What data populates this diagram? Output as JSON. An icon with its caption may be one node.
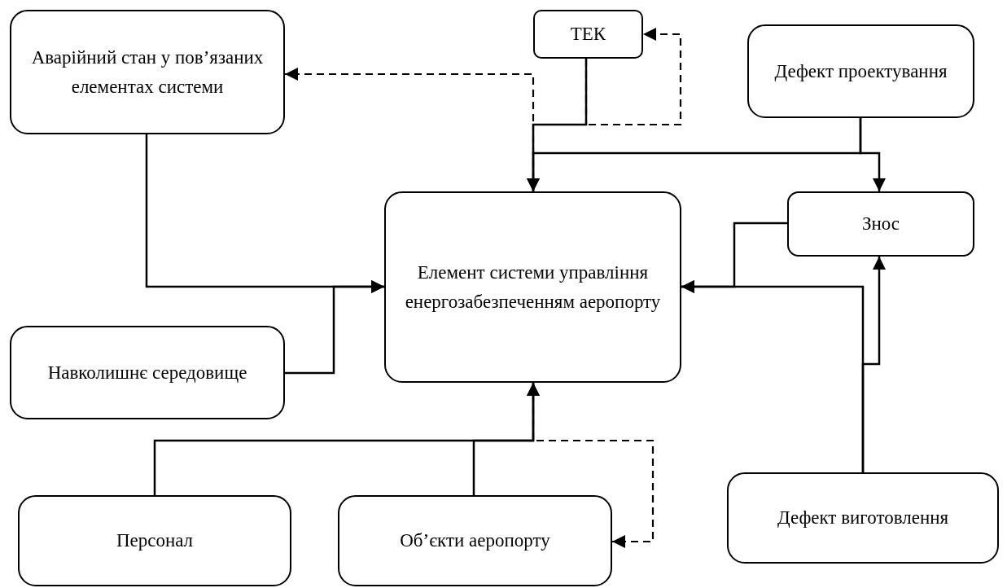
{
  "diagram": {
    "nodes": [
      {
        "text": [
          "Аварійний стан у пов’язаних елементах системи"
        ]
      },
      {
        "text": [
          "ТЕК"
        ]
      },
      {
        "text": [
          "Дефект проектування"
        ]
      },
      {
        "text": [
          "Елемент системи управління енергозабезпеченням аеропорту"
        ]
      },
      {
        "text": [
          "Знос"
        ]
      },
      {
        "text": [
          "Навколишнє середовище"
        ]
      },
      {
        "text": [
          "Персонал"
        ]
      },
      {
        "text": [
          "Об’єкти аеропорту"
        ]
      },
      {
        "text": [
          "Дефект виготовлення"
        ]
      }
    ],
    "edges": [
      {
        "from": 0,
        "to": 3,
        "arrow": "to"
      },
      {
        "from": 5,
        "to": 3,
        "arrow": "to"
      },
      {
        "from": 1,
        "to": 3,
        "arrow": "to"
      },
      {
        "from": 2,
        "to": 3,
        "arrow": "to"
      },
      {
        "from": 2,
        "to": 4,
        "arrow": "to"
      },
      {
        "from": 1,
        "to": 0,
        "arrow": "to",
        "style": "dashed"
      },
      {
        "from": 3,
        "to": 1,
        "arrow": "to",
        "style": "dashed"
      },
      {
        "from": 4,
        "to": 3,
        "arrow": "to"
      },
      {
        "from": 8,
        "to": 3,
        "arrow": "to"
      },
      {
        "from": 8,
        "to": 4,
        "arrow": "to"
      },
      {
        "from": 6,
        "to": 3,
        "arrow": "to"
      },
      {
        "from": 7,
        "to": 3,
        "arrow": "to"
      },
      {
        "from": 3,
        "to": 7,
        "arrow": "to",
        "style": "dashed"
      }
    ]
  }
}
